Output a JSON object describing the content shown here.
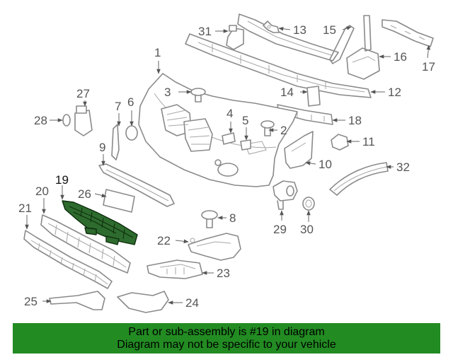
{
  "callouts": {
    "c1": "1",
    "c2": "2",
    "c3": "3",
    "c4": "4",
    "c5": "5",
    "c6": "6",
    "c7": "7",
    "c8": "8",
    "c9": "9",
    "c10": "10",
    "c11": "11",
    "c12": "12",
    "c13": "13",
    "c14": "14",
    "c15": "15",
    "c16": "16",
    "c17": "17",
    "c18": "18",
    "c19": "19",
    "c20": "20",
    "c21": "21",
    "c22": "22",
    "c23": "23",
    "c24": "24",
    "c25": "25",
    "c26": "26",
    "c27": "27",
    "c28": "28",
    "c29": "29",
    "c30": "30",
    "c31": "31",
    "c32": "32"
  },
  "highlight": {
    "part": "19",
    "color": "#2e6b2e"
  },
  "banner": {
    "line1": "Part or sub-assembly is #19 in diagram",
    "line2": "Diagram may not be specific to your vehicle",
    "background": "#228b22"
  }
}
